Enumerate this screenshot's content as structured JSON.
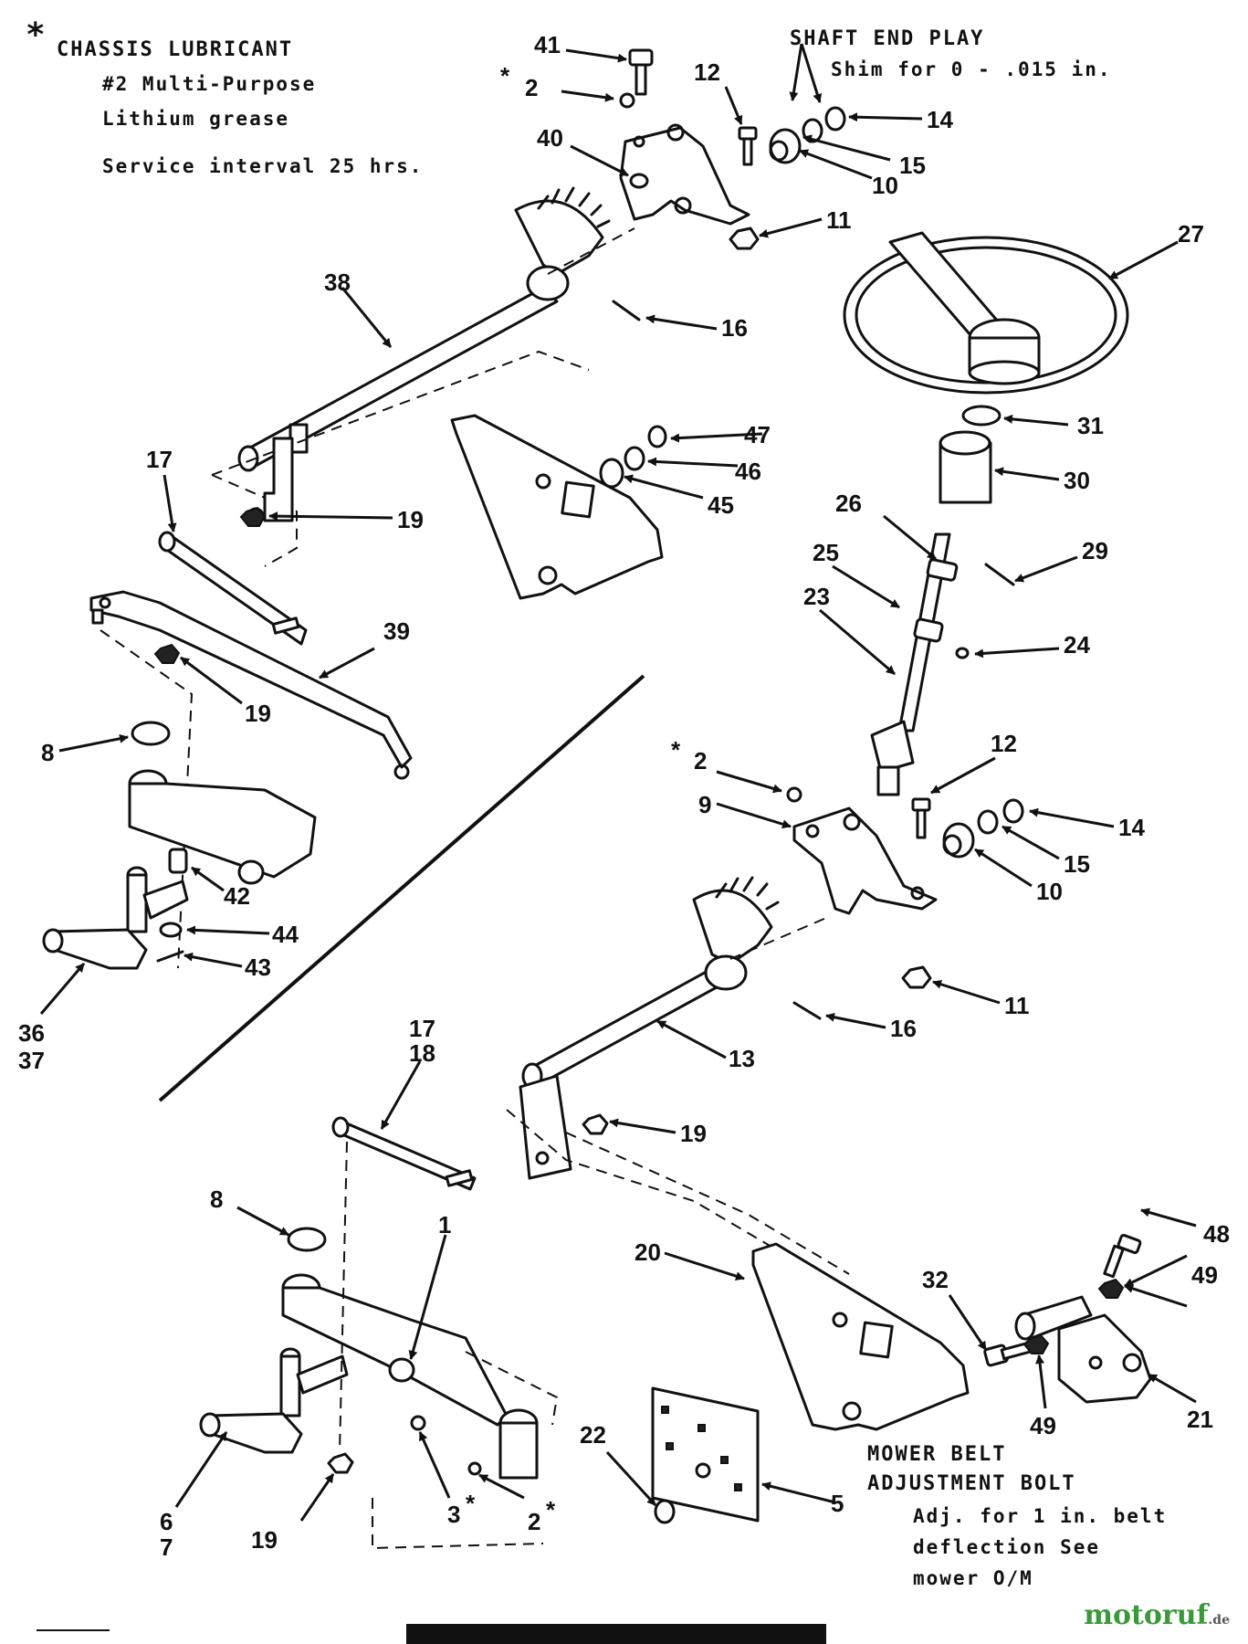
{
  "notes": {
    "lubricant_asterisk": "*",
    "lubricant_title": "CHASSIS LUBRICANT",
    "lubricant_line1": "#2 Multi-Purpose",
    "lubricant_line2": "Lithium grease",
    "lubricant_line3": "Service interval 25 hrs.",
    "shaft_title": "SHAFT END PLAY",
    "shaft_line": "Shim for 0 - .015 in.",
    "mower_line1": "MOWER BELT",
    "mower_line2": "ADJUSTMENT BOLT",
    "mower_line3": "Adj. for 1 in. belt",
    "mower_line4": "deflection See",
    "mower_line5": "mower O/M"
  },
  "callouts": {
    "c41": "41",
    "c2a": "2",
    "c12a": "12",
    "c40": "40",
    "c14a": "14",
    "c15a": "15",
    "c10a": "10",
    "c11a": "11",
    "c27": "27",
    "c38": "38",
    "c16a": "16",
    "c47": "47",
    "c46": "46",
    "c45": "45",
    "c31": "31",
    "c30": "30",
    "c17a": "17",
    "c19a": "19",
    "c26": "26",
    "c29": "29",
    "c25": "25",
    "c23": "23",
    "c24": "24",
    "c39": "39",
    "c19b": "19",
    "c8a": "8",
    "c2b": "2",
    "c12b": "12",
    "c9": "9",
    "c14b": "14",
    "c15b": "15",
    "c10b": "10",
    "c42": "42",
    "c44": "44",
    "c43": "43",
    "c36": "36",
    "c37": "37",
    "c11b": "11",
    "c16b": "16",
    "c13": "13",
    "c17b": "17",
    "c18": "18",
    "c19c": "19",
    "c8b": "8",
    "c1": "1",
    "c48": "48",
    "c20": "20",
    "c49a": "49",
    "c32": "32",
    "c49b": "49",
    "c21": "21",
    "c22": "22",
    "c5": "5",
    "c6": "6",
    "c7": "7",
    "c3": "3",
    "c2c": "2",
    "c19d": "19"
  },
  "asterisk": "*",
  "watermark": {
    "brand": "motoruf",
    "suffix": ".de"
  }
}
